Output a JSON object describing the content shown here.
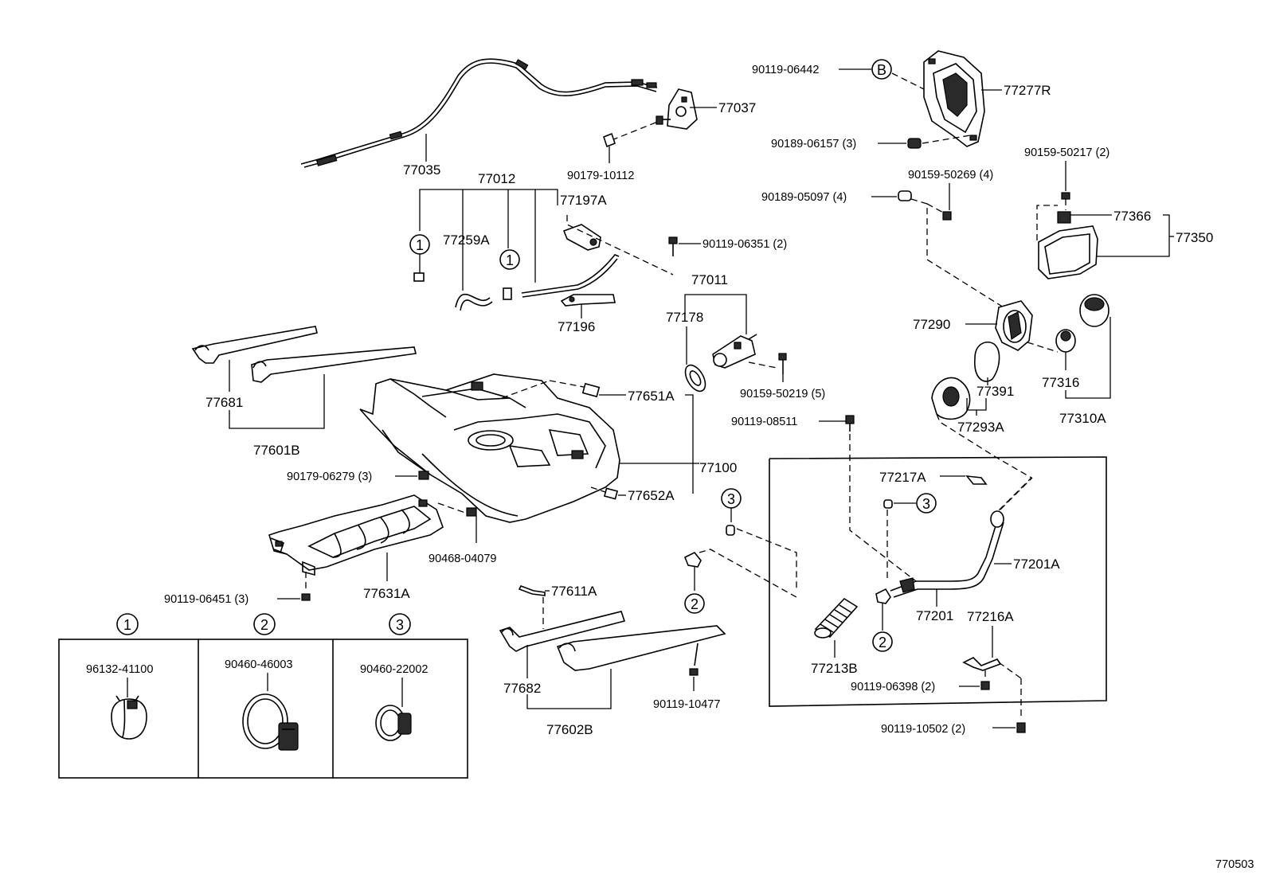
{
  "diagram_id": "770503",
  "legend": {
    "col1": {
      "marker": "1",
      "part": "96132-41100"
    },
    "col2": {
      "marker": "2",
      "part": "90460-46003"
    },
    "col3": {
      "marker": "3",
      "part": "90460-22002"
    }
  },
  "markers": {
    "one": "1",
    "two": "2",
    "three": "3",
    "b": "B"
  },
  "labels": {
    "p77035": "77035",
    "p77037": "77037",
    "p90179_10112": "90179-10112",
    "p77012": "77012",
    "p77197A": "77197A",
    "p77259A": "77259A",
    "p90119_06351": "90119-06351 (2)",
    "p77196": "77196",
    "p77011": "77011",
    "p77178": "77178",
    "p90159_50219": "90159-50219 (5)",
    "p77681": "77681",
    "p77601B": "77601B",
    "p77651A": "77651A",
    "p77100": "77100",
    "p77652A": "77652A",
    "p90179_06279": "90179-06279 (3)",
    "p90468_04079": "90468-04079",
    "p77631A": "77631A",
    "p90119_06451": "90119-06451 (3)",
    "p77611A": "77611A",
    "p77682": "77682",
    "p77602B": "77602B",
    "p90119_10477": "90119-10477",
    "p90119_06442": "90119-06442",
    "p77277R": "77277R",
    "p90189_06157": "90189-06157 (3)",
    "p90159_50217": "90159-50217 (2)",
    "p90159_50269": "90159-50269 (4)",
    "p90189_05097": "90189-05097 (4)",
    "p77366": "77366",
    "p77350": "77350",
    "p77290": "77290",
    "p77391": "77391",
    "p77316": "77316",
    "p77293A": "77293A",
    "p77310A": "77310A",
    "p90119_08511": "90119-08511",
    "p77217A": "77217A",
    "p77201A": "77201A",
    "p77201": "77201",
    "p77216A": "77216A",
    "p77213B": "77213B",
    "p90119_06398": "90119-06398 (2)",
    "p90119_10502": "90119-10502 (2)"
  }
}
